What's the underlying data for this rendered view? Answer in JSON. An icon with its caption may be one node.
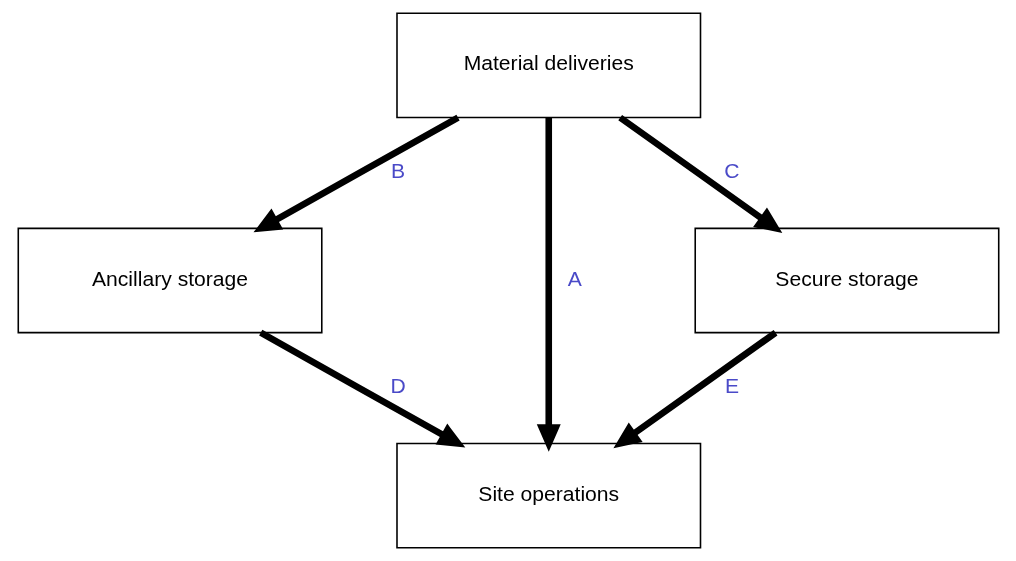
{
  "diagram": {
    "nodes": [
      {
        "text": [
          "Material deliveries"
        ]
      },
      {
        "text": [
          "Ancillary storage"
        ]
      },
      {
        "text": [
          "Secure storage"
        ]
      },
      {
        "text": [
          "Site operations"
        ]
      }
    ],
    "edges": [
      {
        "from": 0,
        "to": 1,
        "arrow": "to",
        "label": "B"
      },
      {
        "from": 0,
        "to": 3,
        "arrow": "to",
        "label": "A"
      },
      {
        "from": 0,
        "to": 2,
        "arrow": "to",
        "label": "C"
      },
      {
        "from": 1,
        "to": 3,
        "arrow": "to",
        "label": "D"
      },
      {
        "from": 2,
        "to": 3,
        "arrow": "to",
        "label": "E"
      }
    ]
  }
}
